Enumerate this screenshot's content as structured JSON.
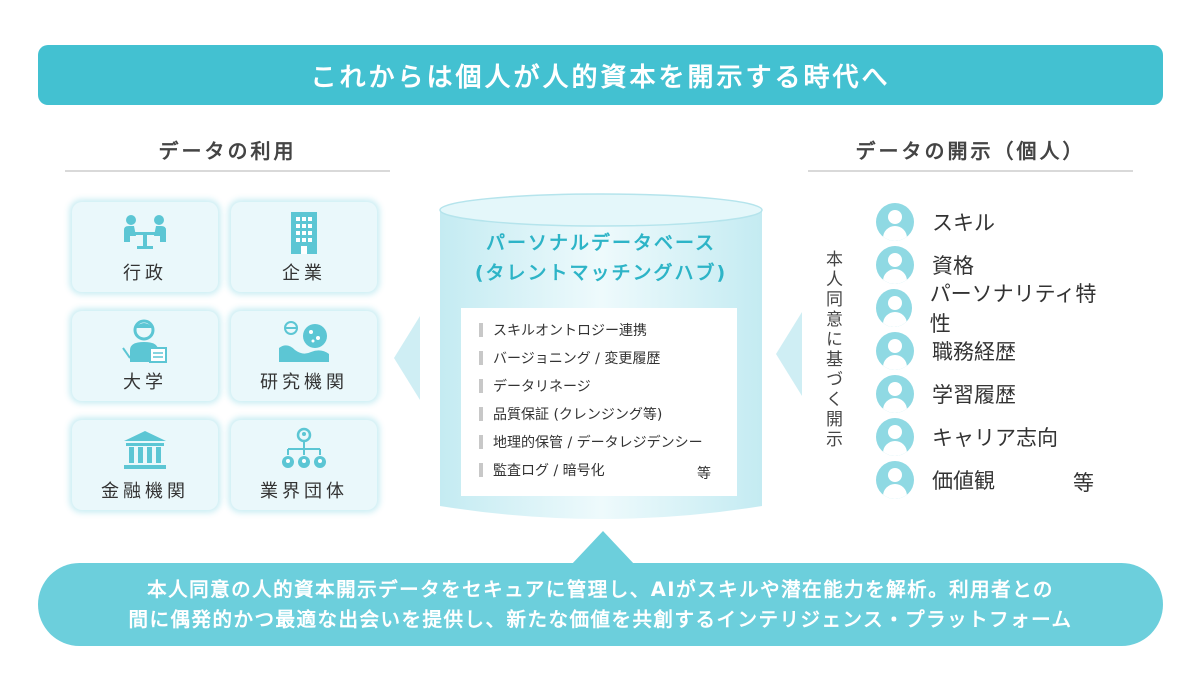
{
  "banner": {
    "title": "これからは個人が人的資本を開示する時代へ"
  },
  "left_section": {
    "title": "データの利用",
    "tiles": [
      {
        "label": "行政",
        "icon": "meeting-people-icon"
      },
      {
        "label": "企業",
        "icon": "building-icon"
      },
      {
        "label": "大学",
        "icon": "student-icon"
      },
      {
        "label": "研究機関",
        "icon": "research-globe-icon"
      },
      {
        "label": "金融機関",
        "icon": "bank-icon"
      },
      {
        "label": "業界団体",
        "icon": "org-chart-icon"
      }
    ]
  },
  "center_db": {
    "title_line1": "パーソナルデータベース",
    "title_line2": "(タレントマッチングハブ)",
    "items": [
      "スキルオントロジー連携",
      "バージョニング / 変更履歴",
      "データリネージ",
      "品質保証 (クレンジング等)",
      "地理的保管 / データレジデンシー",
      "監査ログ / 暗号化"
    ],
    "items_suffix": "等"
  },
  "right_section": {
    "title": "データの開示（個人）",
    "vertical_label": "本人同意に基づく開示",
    "items": [
      "スキル",
      "資格",
      "パーソナリティ特性",
      "職務経歴",
      "学習履歴",
      "キャリア志向",
      "価値観"
    ],
    "items_suffix": "等"
  },
  "bottom": {
    "line1": "本人同意の人的資本開示データをセキュアに管理し、AIがスキルや潜在能力を解析。利用者との",
    "line2": "間に偶発的かつ最適な出会いを提供し、新たな価値を共創するインテリジェンス・プラットフォーム"
  },
  "colors": {
    "accent": "#43c1d1",
    "light": "#eaf8fb",
    "bottom": "#6ccfdc",
    "icon": "#5cc6d4"
  }
}
